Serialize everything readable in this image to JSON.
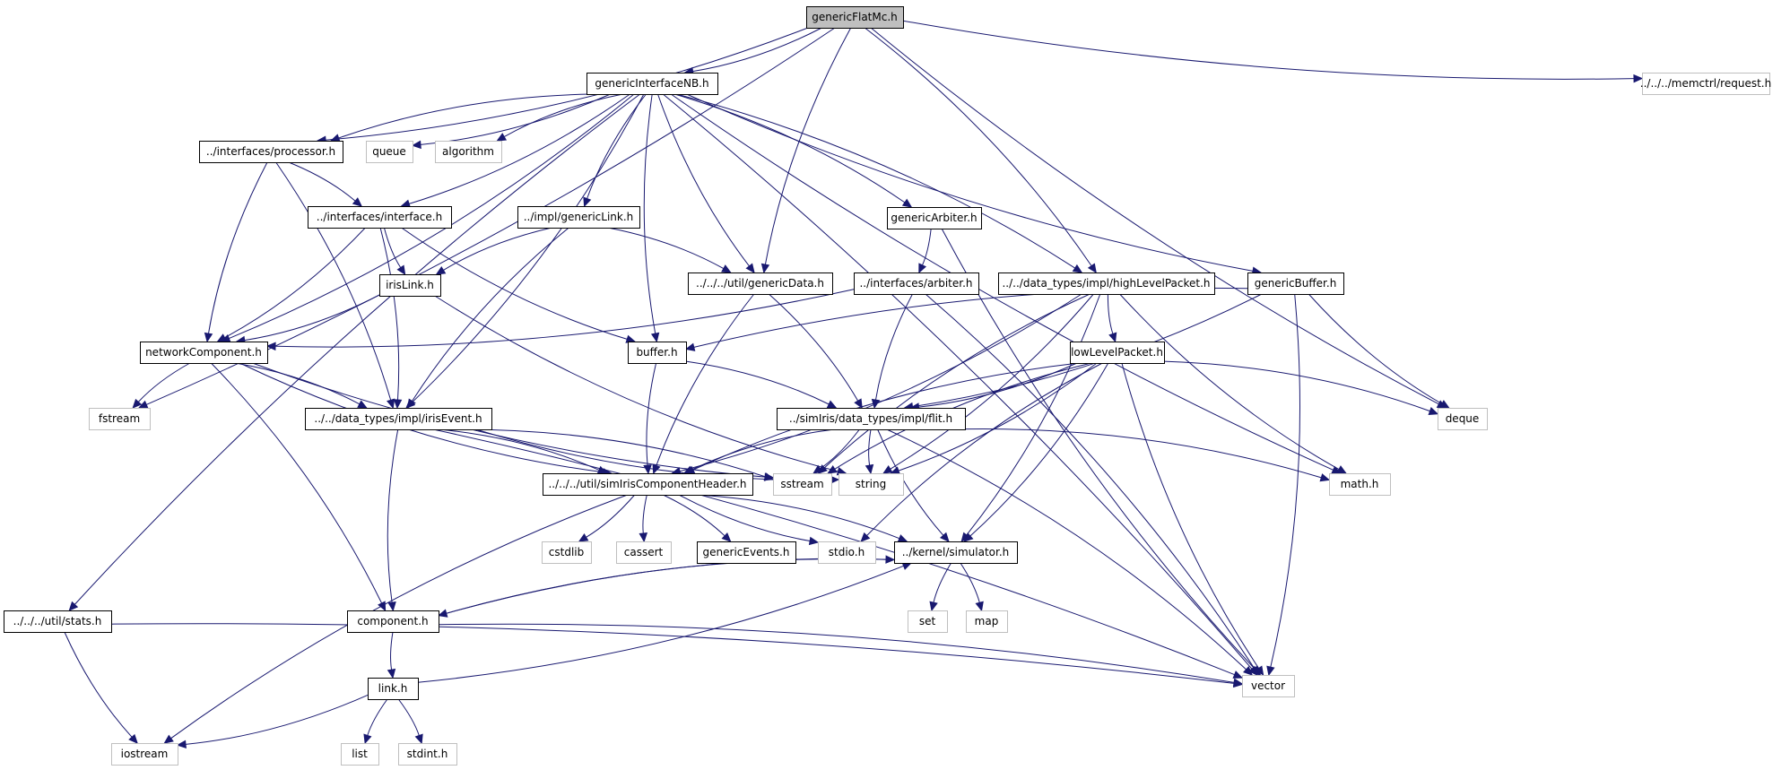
{
  "graph": {
    "nodes": [
      {
        "id": "genericFlatMc",
        "label": "genericFlatMc.h",
        "style": "root"
      },
      {
        "id": "genericInterfaceNB",
        "label": "genericInterfaceNB.h",
        "style": "file"
      },
      {
        "id": "memctrl_request",
        "label": "../../../memctrl/request.h",
        "style": "external"
      },
      {
        "id": "processor",
        "label": "../interfaces/processor.h",
        "style": "file"
      },
      {
        "id": "queue",
        "label": "queue",
        "style": "external"
      },
      {
        "id": "algorithm",
        "label": "algorithm",
        "style": "external"
      },
      {
        "id": "interface",
        "label": "../interfaces/interface.h",
        "style": "file"
      },
      {
        "id": "genericLink",
        "label": "../impl/genericLink.h",
        "style": "file"
      },
      {
        "id": "genericArbiter",
        "label": "genericArbiter.h",
        "style": "file"
      },
      {
        "id": "irisLink",
        "label": "irisLink.h",
        "style": "file"
      },
      {
        "id": "genericData",
        "label": "../../../util/genericData.h",
        "style": "file"
      },
      {
        "id": "arbiter",
        "label": "../interfaces/arbiter.h",
        "style": "file"
      },
      {
        "id": "highLevelPacket",
        "label": "../../data_types/impl/highLevelPacket.h",
        "style": "file"
      },
      {
        "id": "genericBuffer",
        "label": "genericBuffer.h",
        "style": "file"
      },
      {
        "id": "networkComponent",
        "label": "networkComponent.h",
        "style": "file"
      },
      {
        "id": "buffer",
        "label": "buffer.h",
        "style": "file"
      },
      {
        "id": "lowLevelPacket",
        "label": "lowLevelPacket.h",
        "style": "file"
      },
      {
        "id": "fstream",
        "label": "fstream",
        "style": "external"
      },
      {
        "id": "irisEvent",
        "label": "../../data_types/impl/irisEvent.h",
        "style": "file"
      },
      {
        "id": "flit",
        "label": "../simIris/data_types/impl/flit.h",
        "style": "file"
      },
      {
        "id": "deque",
        "label": "deque",
        "style": "external"
      },
      {
        "id": "simIrisComponentHeader",
        "label": "../../../util/simIrisComponentHeader.h",
        "style": "file"
      },
      {
        "id": "sstream",
        "label": "sstream",
        "style": "external"
      },
      {
        "id": "string",
        "label": "string",
        "style": "external"
      },
      {
        "id": "math",
        "label": "math.h",
        "style": "external"
      },
      {
        "id": "cstdlib",
        "label": "cstdlib",
        "style": "external"
      },
      {
        "id": "cassert",
        "label": "cassert",
        "style": "external"
      },
      {
        "id": "genericEvents",
        "label": "genericEvents.h",
        "style": "file"
      },
      {
        "id": "stdio",
        "label": "stdio.h",
        "style": "external"
      },
      {
        "id": "simulator",
        "label": "../kernel/simulator.h",
        "style": "file"
      },
      {
        "id": "stats",
        "label": "../../../util/stats.h",
        "style": "file"
      },
      {
        "id": "component",
        "label": "component.h",
        "style": "file"
      },
      {
        "id": "set",
        "label": "set",
        "style": "external"
      },
      {
        "id": "map",
        "label": "map",
        "style": "external"
      },
      {
        "id": "vector",
        "label": "vector",
        "style": "external"
      },
      {
        "id": "link",
        "label": "link.h",
        "style": "file"
      },
      {
        "id": "iostream",
        "label": "iostream",
        "style": "external"
      },
      {
        "id": "list",
        "label": "list",
        "style": "external"
      },
      {
        "id": "stdint",
        "label": "stdint.h",
        "style": "external"
      }
    ],
    "edges": [
      [
        "genericFlatMc",
        "genericInterfaceNB"
      ],
      [
        "genericFlatMc",
        "memctrl_request"
      ],
      [
        "genericFlatMc",
        "processor"
      ],
      [
        "genericFlatMc",
        "genericData"
      ],
      [
        "genericFlatMc",
        "highLevelPacket"
      ],
      [
        "genericFlatMc",
        "deque"
      ],
      [
        "genericFlatMc",
        "fstream"
      ],
      [
        "genericInterfaceNB",
        "processor"
      ],
      [
        "genericInterfaceNB",
        "queue"
      ],
      [
        "genericInterfaceNB",
        "algorithm"
      ],
      [
        "genericInterfaceNB",
        "interface"
      ],
      [
        "genericInterfaceNB",
        "genericLink"
      ],
      [
        "genericInterfaceNB",
        "genericArbiter"
      ],
      [
        "genericInterfaceNB",
        "genericData"
      ],
      [
        "genericInterfaceNB",
        "highLevelPacket"
      ],
      [
        "genericInterfaceNB",
        "genericBuffer"
      ],
      [
        "genericInterfaceNB",
        "networkComponent"
      ],
      [
        "genericInterfaceNB",
        "buffer"
      ],
      [
        "genericInterfaceNB",
        "irisEvent"
      ],
      [
        "genericInterfaceNB",
        "stats"
      ],
      [
        "genericInterfaceNB",
        "vector"
      ],
      [
        "genericInterfaceNB",
        "math"
      ],
      [
        "processor",
        "interface"
      ],
      [
        "processor",
        "networkComponent"
      ],
      [
        "processor",
        "irisEvent"
      ],
      [
        "interface",
        "irisLink"
      ],
      [
        "interface",
        "networkComponent"
      ],
      [
        "interface",
        "buffer"
      ],
      [
        "interface",
        "irisEvent"
      ],
      [
        "genericLink",
        "irisLink"
      ],
      [
        "genericLink",
        "genericData"
      ],
      [
        "genericLink",
        "irisEvent"
      ],
      [
        "genericArbiter",
        "arbiter"
      ],
      [
        "genericArbiter",
        "vector"
      ],
      [
        "irisLink",
        "networkComponent"
      ],
      [
        "irisLink",
        "string"
      ],
      [
        "genericData",
        "flit"
      ],
      [
        "genericData",
        "simIrisComponentHeader"
      ],
      [
        "arbiter",
        "networkComponent"
      ],
      [
        "arbiter",
        "flit"
      ],
      [
        "arbiter",
        "vector"
      ],
      [
        "highLevelPacket",
        "lowLevelPacket"
      ],
      [
        "highLevelPacket",
        "simIrisComponentHeader"
      ],
      [
        "highLevelPacket",
        "sstream"
      ],
      [
        "highLevelPacket",
        "string"
      ],
      [
        "highLevelPacket",
        "math"
      ],
      [
        "highLevelPacket",
        "simulator"
      ],
      [
        "genericBuffer",
        "buffer"
      ],
      [
        "genericBuffer",
        "flit"
      ],
      [
        "genericBuffer",
        "deque"
      ],
      [
        "genericBuffer",
        "vector"
      ],
      [
        "networkComponent",
        "fstream"
      ],
      [
        "networkComponent",
        "irisEvent"
      ],
      [
        "networkComponent",
        "simIrisComponentHeader"
      ],
      [
        "networkComponent",
        "component"
      ],
      [
        "networkComponent",
        "sstream"
      ],
      [
        "buffer",
        "flit"
      ],
      [
        "buffer",
        "simIrisComponentHeader"
      ],
      [
        "lowLevelPacket",
        "flit"
      ],
      [
        "lowLevelPacket",
        "simIrisComponentHeader"
      ],
      [
        "lowLevelPacket",
        "deque"
      ],
      [
        "lowLevelPacket",
        "sstream"
      ],
      [
        "lowLevelPacket",
        "string"
      ],
      [
        "lowLevelPacket",
        "vector"
      ],
      [
        "lowLevelPacket",
        "simulator"
      ],
      [
        "lowLevelPacket",
        "stdio"
      ],
      [
        "irisEvent",
        "simIrisComponentHeader"
      ],
      [
        "irisEvent",
        "string"
      ],
      [
        "irisEvent",
        "sstream"
      ],
      [
        "irisEvent",
        "component"
      ],
      [
        "irisEvent",
        "vector"
      ],
      [
        "flit",
        "simIrisComponentHeader"
      ],
      [
        "flit",
        "sstream"
      ],
      [
        "flit",
        "string"
      ],
      [
        "flit",
        "math"
      ],
      [
        "flit",
        "simulator"
      ],
      [
        "flit",
        "vector"
      ],
      [
        "simIrisComponentHeader",
        "iostream"
      ],
      [
        "simIrisComponentHeader",
        "cstdlib"
      ],
      [
        "simIrisComponentHeader",
        "cassert"
      ],
      [
        "simIrisComponentHeader",
        "genericEvents"
      ],
      [
        "simIrisComponentHeader",
        "stdio"
      ],
      [
        "simIrisComponentHeader",
        "simulator"
      ],
      [
        "simulator",
        "set"
      ],
      [
        "simulator",
        "map"
      ],
      [
        "simulator",
        "component"
      ],
      [
        "component",
        "simulator"
      ],
      [
        "component",
        "link"
      ],
      [
        "component",
        "vector"
      ],
      [
        "link",
        "simulator"
      ],
      [
        "link",
        "iostream"
      ],
      [
        "link",
        "list"
      ],
      [
        "link",
        "stdint"
      ],
      [
        "stats",
        "iostream"
      ],
      [
        "stats",
        "vector"
      ]
    ],
    "colors": {
      "edge": "#191970",
      "root_fill": "#bfbfbf",
      "file_border": "#000000",
      "external_border": "#bfbfbf",
      "text": "#000000"
    }
  }
}
